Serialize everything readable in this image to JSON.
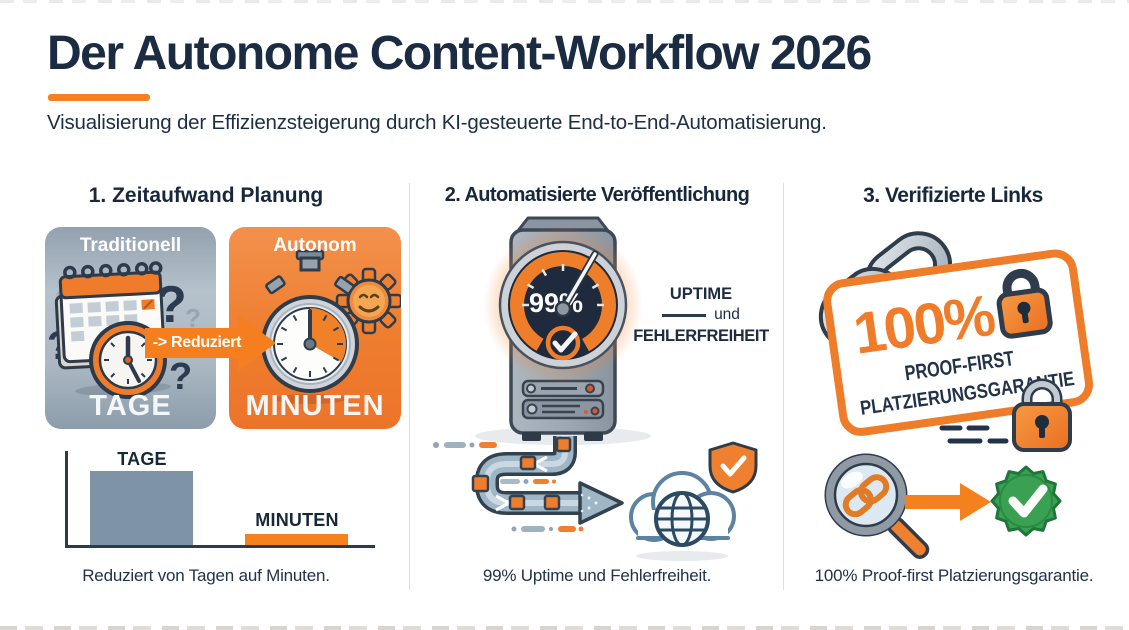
{
  "header": {
    "title": "Der Autonome Content-Workflow 2026",
    "subtitle": "Visualisierung der Effizienzsteigerung durch KI-gesteuerte End-to-End-Automatisierung."
  },
  "colors": {
    "accent_orange": "#F5801F",
    "navy": "#1A2B42",
    "slate_blue": "#7E94A6",
    "divider_gray": "#DBE0E5",
    "verified_green": "#3BA152"
  },
  "panels": {
    "planning": {
      "heading": "1. Zeitaufwand Planung",
      "traditional_label": "Traditionell",
      "traditional_value": "TAGE",
      "autonomous_label": "Autonom",
      "autonomous_value": "MINUTEN",
      "arrow_text": "-> Reduziert",
      "caption": "Reduziert von Tagen auf Minuten."
    },
    "publishing": {
      "heading": "2. Automatisierte Veröffentlichung",
      "gauge_value": "99%",
      "side_text_line1": "UPTIME",
      "side_text_line2": "und",
      "side_text_line3": "FEHLERFREIHEIT",
      "caption": "99% Uptime und Fehlerfreiheit."
    },
    "links": {
      "heading": "3. Verifizierte Links",
      "badge_percent": "100%",
      "badge_line1": "PROOF-FIRST",
      "badge_line2": "PLATZIERUNGSGARANTIE",
      "caption": "100% Proof-first Platzierungsgarantie."
    }
  },
  "chart_data": {
    "type": "bar",
    "categories": [
      "TAGE",
      "MINUTEN"
    ],
    "values": [
      100,
      15
    ],
    "value_note": "relative bar heights; axis is unlabeled",
    "title": "",
    "xlabel": "",
    "ylabel": "",
    "ylim": [
      0,
      125
    ],
    "grid": false,
    "legend": false,
    "bar_colors": [
      "#7E94A6",
      "#F5821F"
    ]
  }
}
